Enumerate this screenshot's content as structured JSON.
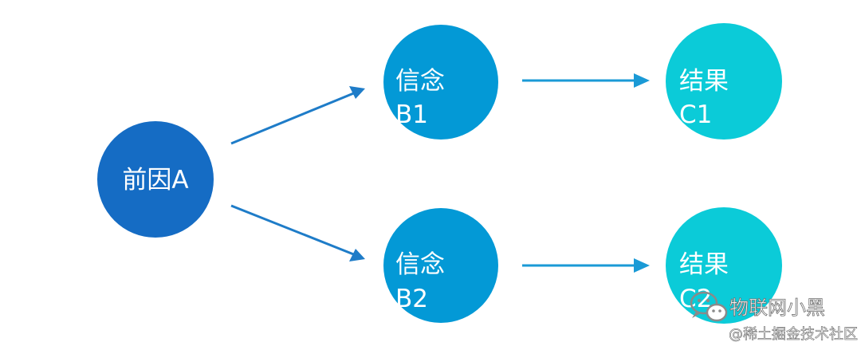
{
  "nodes": {
    "a": {
      "label": "前因A",
      "color": "#156CC4"
    },
    "b1": {
      "line1": "信念",
      "line2": "B1",
      "color": "#0399D6"
    },
    "b2": {
      "line1": "信念",
      "line2": "B2",
      "color": "#0399D6"
    },
    "c1": {
      "line1": "结果",
      "line2": "C1",
      "color": "#0BCBD8"
    },
    "c2": {
      "line1": "结果",
      "line2": "C2",
      "color": "#0BCBD8"
    }
  },
  "arrow_colors": {
    "a_to_b": "#1E7CC8",
    "b_to_c": "#1A9AD6"
  },
  "watermark": {
    "icon": "wechat-icon",
    "account_name": "物联网小黑",
    "site_name": "@稀土掘金技术社区"
  }
}
